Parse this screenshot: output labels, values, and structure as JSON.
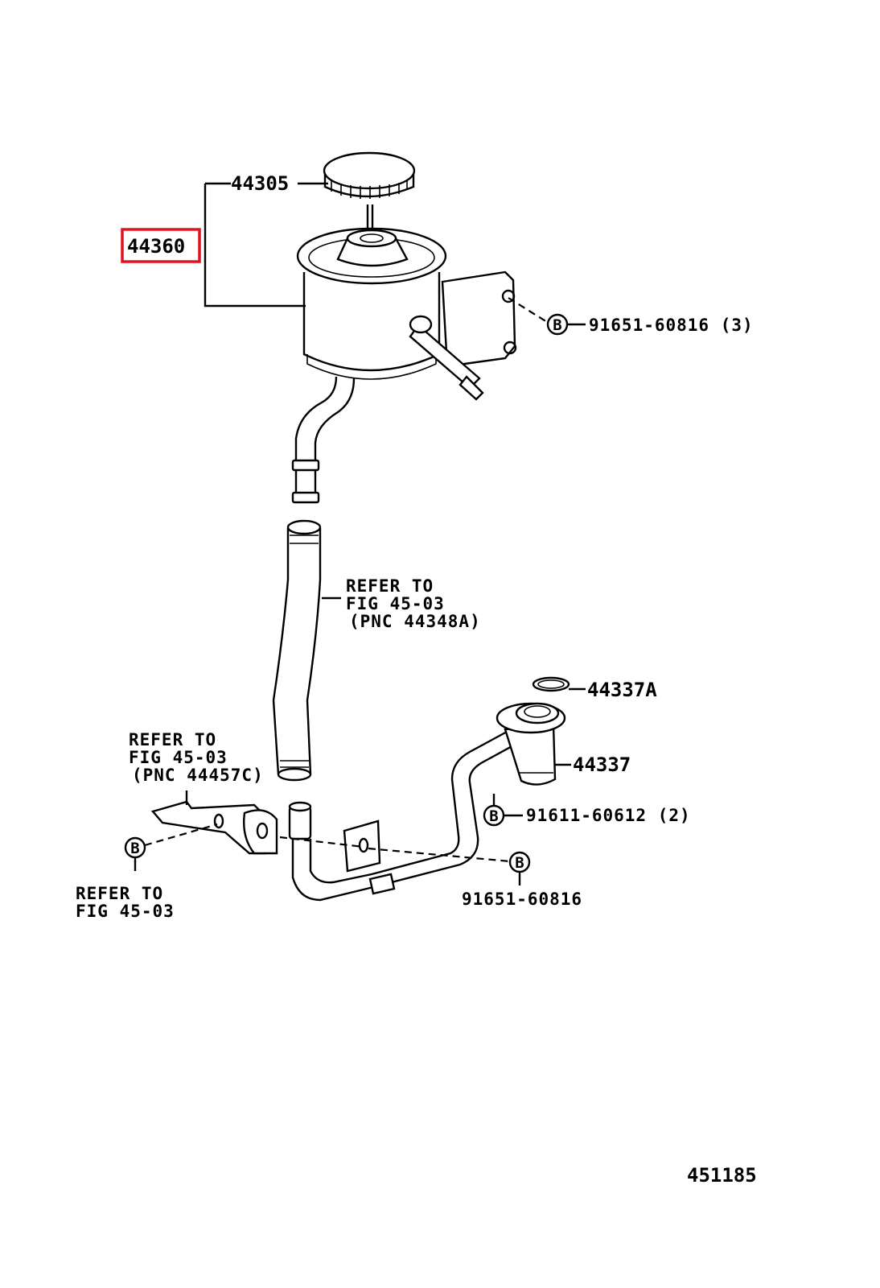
{
  "callouts": {
    "cap": "44305",
    "reservoir": "44360",
    "bolt_top": "91651-60816 (3)",
    "oring": "44337A",
    "union": "44337",
    "bolt_union": "91611-60612 (2)",
    "bolt_bottom": "91651-60816",
    "diagram_id": "451185"
  },
  "refs": {
    "hose": [
      "REFER TO",
      "FIG 45-03",
      "(PNC 44348A)"
    ],
    "bracket": [
      "REFER TO",
      "FIG 45-03",
      "(PNC 44457C)"
    ],
    "lower": [
      "REFER TO",
      "FIG 45-03"
    ]
  },
  "markers": {
    "b": "B"
  },
  "colors": {
    "highlight": "#e0141e",
    "ink": "#000000"
  }
}
